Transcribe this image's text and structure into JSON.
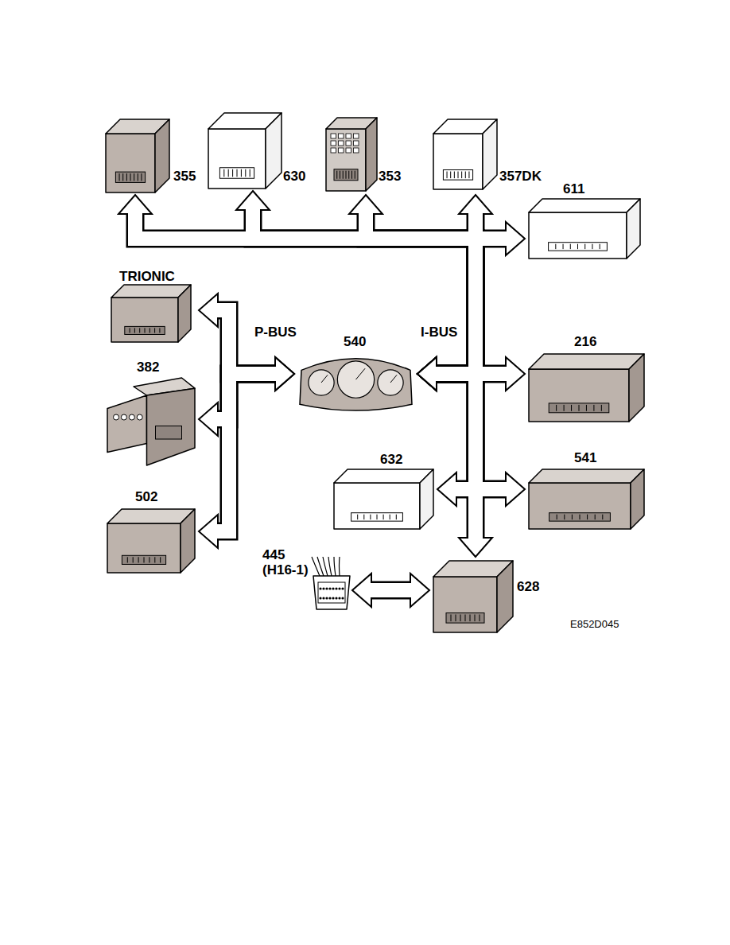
{
  "diagram": {
    "nodes": [
      {
        "text": [
          "355"
        ]
      },
      {
        "text": [
          "630"
        ]
      },
      {
        "text": [
          "353"
        ]
      },
      {
        "text": [
          "357DK"
        ]
      },
      {
        "text": [
          "611"
        ]
      },
      {
        "text": [
          "TRIONIC"
        ]
      },
      {
        "text": [
          "382"
        ]
      },
      {
        "text": [
          "540"
        ]
      },
      {
        "text": [
          "216"
        ]
      },
      {
        "text": [
          "632"
        ]
      },
      {
        "text": [
          "541"
        ]
      },
      {
        "text": [
          "502"
        ]
      },
      {
        "text": [
          "445 (H16-1)"
        ]
      },
      {
        "text": [
          "628"
        ]
      }
    ],
    "edges": [
      {
        "from": 5,
        "to": 7,
        "arrow": "both",
        "label": "P-BUS"
      },
      {
        "from": 6,
        "to": 7,
        "arrow": "both"
      },
      {
        "from": 11,
        "to": 7,
        "arrow": "both"
      },
      {
        "from": 7,
        "to": 0,
        "arrow": "both",
        "label": "I-BUS"
      },
      {
        "from": 7,
        "to": 1,
        "arrow": "both"
      },
      {
        "from": 7,
        "to": 2,
        "arrow": "both"
      },
      {
        "from": 7,
        "to": 3,
        "arrow": "both"
      },
      {
        "from": 7,
        "to": 4,
        "arrow": "both"
      },
      {
        "from": 7,
        "to": 8,
        "arrow": "both"
      },
      {
        "from": 7,
        "to": 9,
        "arrow": "both"
      },
      {
        "from": 7,
        "to": 10,
        "arrow": "both"
      },
      {
        "from": 7,
        "to": 13,
        "arrow": "both"
      },
      {
        "from": 12,
        "to": 13,
        "arrow": "both"
      }
    ],
    "labels": [
      "E852D045"
    ]
  }
}
